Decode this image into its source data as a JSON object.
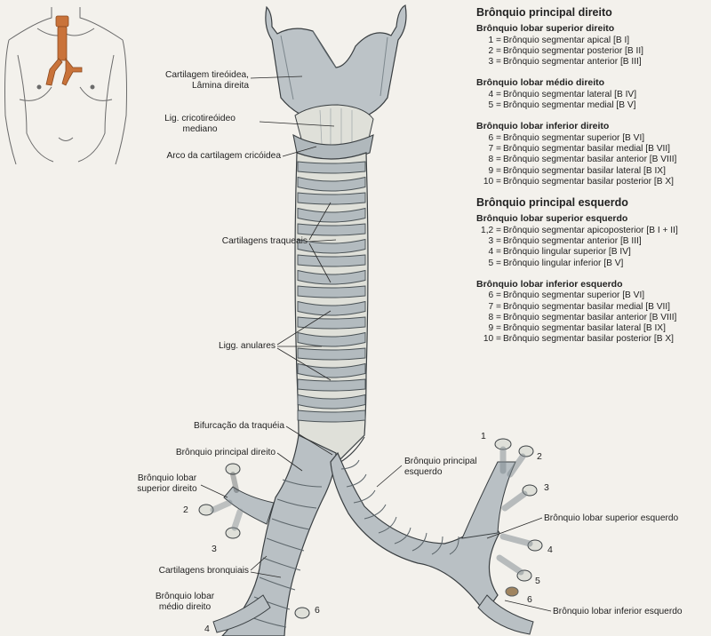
{
  "labels": {
    "cartilagem_tireoidea": "Cartilagem tireóidea,\nLâmina direita",
    "lig_cricotireoideo": "Lig. cricotireóideo\nmediano",
    "arco_cricoidea": "Arco da cartilagem cricóidea",
    "cartilagens_traqueais": "Cartilagens traqueais",
    "ligg_anulares": "Ligg. anulares",
    "bifurcacao": "Bifurcação da traquéia",
    "bronquio_principal_direito": "Brônquio principal direito",
    "bronquio_lobar_superior_direito": "Brônquio lobar\nsuperior direito",
    "cartilagens_bronquiais": "Cartilagens bronquiais",
    "bronquio_lobar_medio_direito": "Brônquio lobar\nmédio direito",
    "bronquio_principal_esquerdo": "Brônquio principal\nesquerdo",
    "bronquio_lobar_superior_esquerdo": "Brônquio lobar superior esquerdo",
    "bronquio_lobar_inferior_esquerdo": "Brônquio lobar inferior esquerdo"
  },
  "segment_numbers": {
    "right_2": "2",
    "right_3": "3",
    "right_4": "4",
    "right_6": "6",
    "left_1": "1",
    "left_2": "2",
    "left_3": "3",
    "left_4": "4",
    "left_5": "5",
    "left_6": "6"
  },
  "legend": {
    "title_right": "Brônquio principal direito",
    "right_sections": [
      {
        "heading": "Brônquio lobar superior direito",
        "items": [
          {
            "k": "1 =",
            "v": "Brônquio segmentar apical [B I]"
          },
          {
            "k": "2 =",
            "v": "Brônquio segmentar posterior [B II]"
          },
          {
            "k": "3 =",
            "v": "Brônquio segmentar anterior [B III]"
          }
        ]
      },
      {
        "heading": "Brônquio lobar médio direito",
        "items": [
          {
            "k": "4 =",
            "v": "Brônquio segmentar lateral [B IV]"
          },
          {
            "k": "5 =",
            "v": "Brônquio segmentar medial [B V]"
          }
        ]
      },
      {
        "heading": "Brônquio lobar inferior direito",
        "items": [
          {
            "k": "6 =",
            "v": "Brônquio segmentar superior [B VI]"
          },
          {
            "k": "7 =",
            "v": "Brônquio segmentar basilar medial [B VII]"
          },
          {
            "k": "8 =",
            "v": "Brônquio segmentar basilar anterior [B VIII]"
          },
          {
            "k": "9 =",
            "v": "Brônquio segmentar basilar lateral [B IX]"
          },
          {
            "k": "10 =",
            "v": "Brônquio segmentar basilar posterior [B X]"
          }
        ]
      }
    ],
    "title_left": "Brônquio principal esquerdo",
    "left_sections": [
      {
        "heading": "Brônquio lobar superior esquerdo",
        "items": [
          {
            "k": "1,2 =",
            "v": "Brônquio segmentar apicoposterior [B I + II]"
          },
          {
            "k": "3 =",
            "v": "Brônquio segmentar anterior [B III]"
          },
          {
            "k": "4 =",
            "v": "Brônquio lingular superior [B IV]"
          },
          {
            "k": "5 =",
            "v": "Brônquio lingular inferior [B V]"
          }
        ]
      },
      {
        "heading": "Brônquio lobar inferior esquerdo",
        "items": [
          {
            "k": "6 =",
            "v": "Brônquio segmentar superior [B VI]"
          },
          {
            "k": "7 =",
            "v": "Brônquio segmentar basilar medial [B VII]"
          },
          {
            "k": "8 =",
            "v": "Brônquio segmentar basilar anterior [B VIII]"
          },
          {
            "k": "9 =",
            "v": "Brônquio segmentar basilar lateral [B IX]"
          },
          {
            "k": "10 =",
            "v": "Brônquio segmentar basilar posterior [B X]"
          }
        ]
      }
    ]
  },
  "colors": {
    "page": "#f3f1ec",
    "cartilage": "#b9c0c4",
    "cartilage_dark": "#7d878d",
    "ligament": "#dfe0d9",
    "outline": "#3a3f42",
    "inset_trachea": "#c9733a"
  }
}
